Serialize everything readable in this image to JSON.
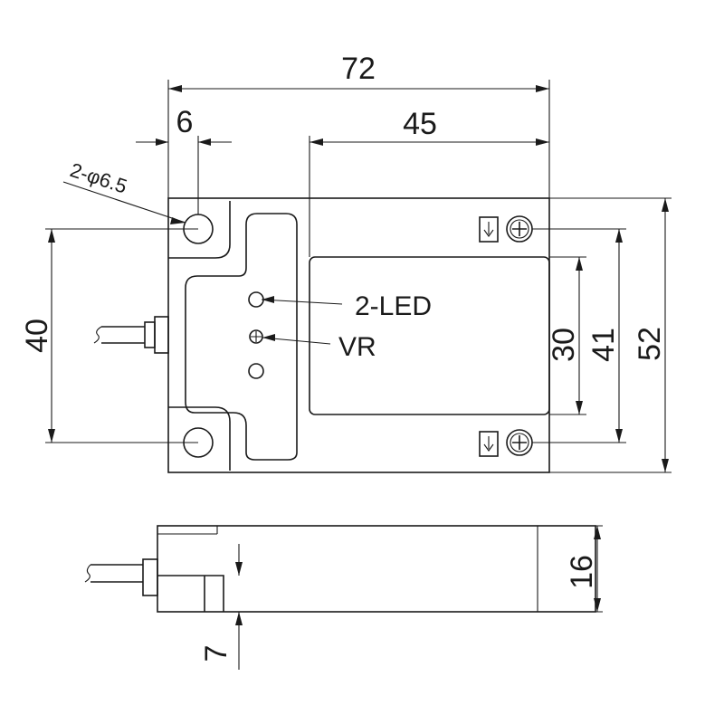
{
  "dimensions": {
    "overall_width": "72",
    "sensing_width": "45",
    "hole_offset": "6",
    "hole_spacing": "40",
    "sensing_height": "30",
    "mount_spacing": "41",
    "overall_height": "52",
    "thickness": "16",
    "flange_height": "7"
  },
  "labels": {
    "holes": "2-φ6.5",
    "led": "2-LED",
    "vr": "VR"
  },
  "colors": {
    "line": "#1a1a1a",
    "background": "#ffffff"
  }
}
